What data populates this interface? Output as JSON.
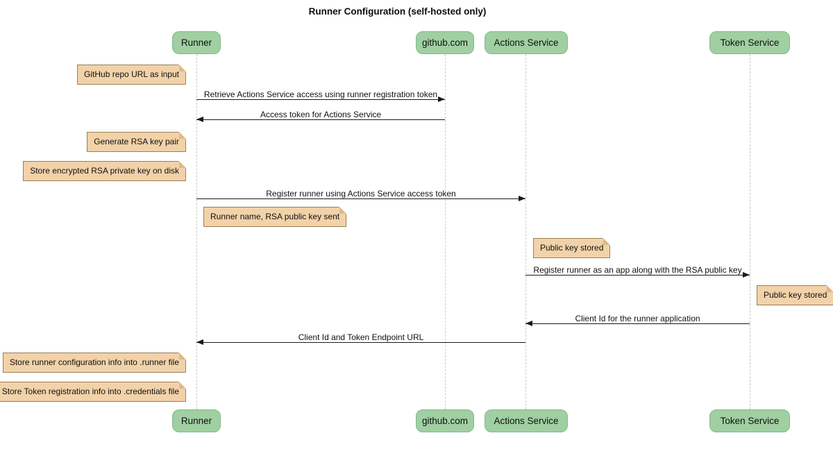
{
  "title": "Runner Configuration (self-hosted only)",
  "participants": [
    {
      "name": "Runner"
    },
    {
      "name": "github.com"
    },
    {
      "name": "Actions Service"
    },
    {
      "name": "Token Service"
    }
  ],
  "messages": [
    {
      "from": "Runner",
      "to": "github.com",
      "direction": "right",
      "label": "Retrieve Actions Service access using runner registration token"
    },
    {
      "from": "github.com",
      "to": "Runner",
      "direction": "left",
      "label": "Access token for Actions Service"
    },
    {
      "from": "Runner",
      "to": "Actions Service",
      "direction": "right",
      "label": "Register runner using Actions Service access token"
    },
    {
      "from": "Actions Service",
      "to": "Token Service",
      "direction": "right",
      "label": "Register runner as an app along with the RSA public key"
    },
    {
      "from": "Token Service",
      "to": "Actions Service",
      "direction": "left",
      "label": "Client Id for the runner application"
    },
    {
      "from": "Actions Service",
      "to": "Runner",
      "direction": "left",
      "label": "Client Id and Token Endpoint URL"
    }
  ],
  "notes": [
    {
      "position": "left of Runner",
      "label": "GitHub repo URL as input"
    },
    {
      "position": "left of Runner",
      "label": "Generate RSA key pair"
    },
    {
      "position": "left of Runner",
      "label": "Store encrypted RSA private key on disk"
    },
    {
      "position": "right of Runner",
      "label": "Runner name, RSA public key sent"
    },
    {
      "position": "right of Actions Service",
      "label": "Public key stored"
    },
    {
      "position": "right of Token Service",
      "label": "Public key stored"
    },
    {
      "position": "left of Runner",
      "label": "Store runner configuration info into .runner file"
    },
    {
      "position": "left of Runner",
      "label": "Store Token registration info into .credentials file"
    }
  ],
  "colors": {
    "participant_fill": "#A0CFA2",
    "participant_border": "#84B88B",
    "note_fill": "#F2D2A9",
    "note_border": "#9C7E57",
    "note_fold": "#DFB987",
    "lifeline": "#C9C9C9",
    "arrow": "#1A1A1A"
  }
}
